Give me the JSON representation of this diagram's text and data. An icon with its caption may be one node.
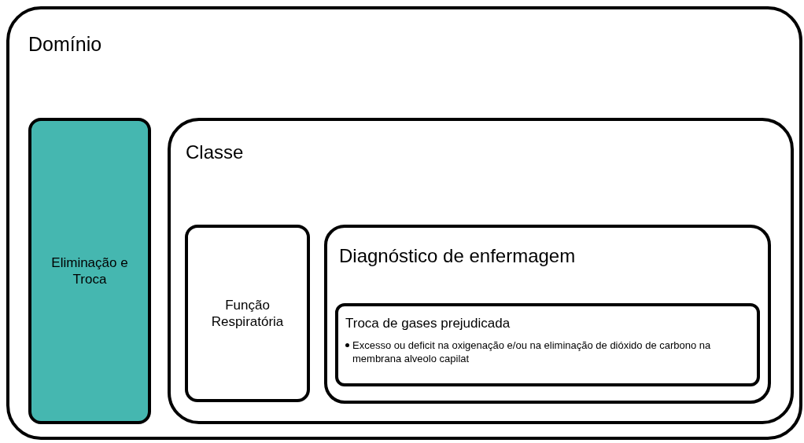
{
  "diagram": {
    "nodes": [
      {
        "text": [
          "Domínio"
        ]
      },
      {
        "text": [
          "Eliminação e Troca"
        ],
        "in": 0
      },
      {
        "text": [
          "Classe"
        ],
        "in": 0
      },
      {
        "text": [
          "Função Respiratória"
        ],
        "in": 2
      },
      {
        "text": [
          "Diagnóstico de enfermagem"
        ],
        "in": 2
      },
      {
        "text": [
          "Troca de gases prejudicada",
          "Excesso ou deficit na oxigenação e/ou na eliminação de dióxido de carbono na membrana alveolo capilat"
        ],
        "in": 4
      }
    ]
  }
}
